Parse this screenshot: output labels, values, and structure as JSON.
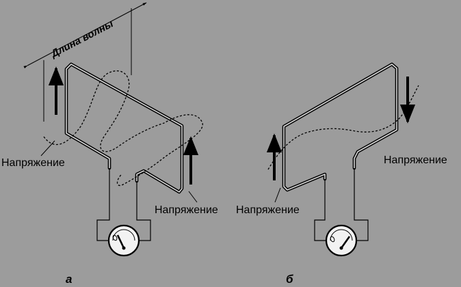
{
  "diagram_a": {
    "wavelength_label": "Длина волны",
    "voltage_label_left": "Напряжение",
    "voltage_label_right": "Напряжение",
    "caption": "а"
  },
  "diagram_b": {
    "voltage_label_left": "Напряжение",
    "voltage_label_right": "Напряжение",
    "caption": "б"
  }
}
